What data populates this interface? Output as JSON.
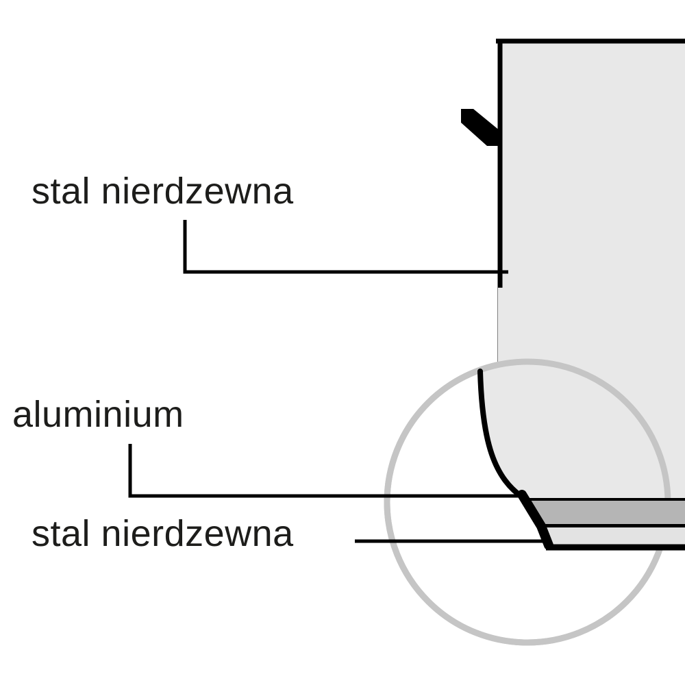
{
  "diagram": {
    "labels": {
      "wall_material": "stal nierdzewna",
      "core_material": "aluminium",
      "bottom_material": "stal nierdzewna"
    },
    "colors": {
      "background": "#ffffff",
      "pot_body": "#e8e8e8",
      "aluminum_layer": "#b5b5b5",
      "bottom_cap": "#e3e3e3",
      "outline": "#000000",
      "magnifier_ring": "#c5c5c5",
      "label_text": "#1d1d1b"
    }
  }
}
